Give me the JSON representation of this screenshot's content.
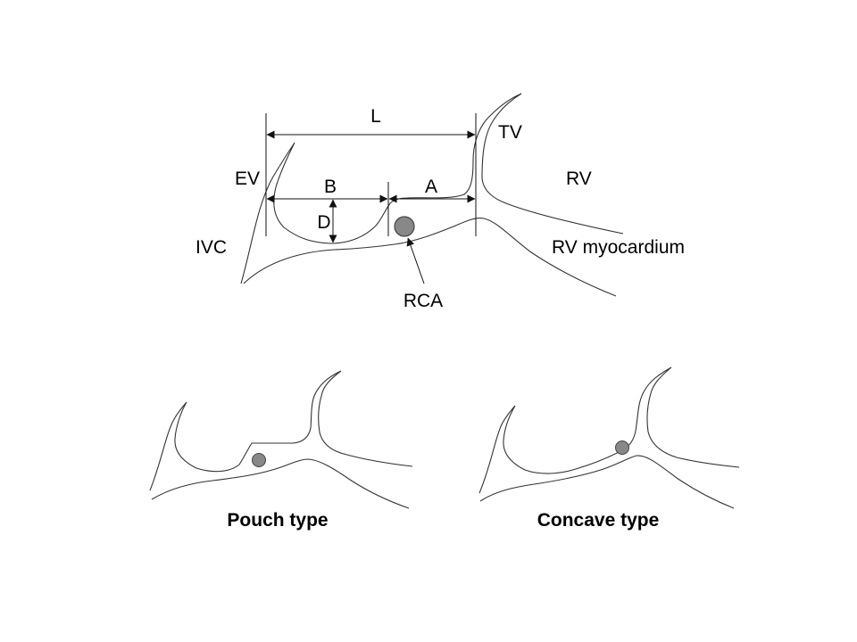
{
  "labels": {
    "L": "L",
    "TV": "TV",
    "EV": "EV",
    "B": "B",
    "A": "A",
    "RV": "RV",
    "D": "D",
    "IVC": "IVC",
    "RV_myocardium": "RV myocardium",
    "RCA": "RCA"
  },
  "captions": {
    "pouch": "Pouch type",
    "concave": "Concave type"
  },
  "colors": {
    "line": "#333333",
    "rca_fill": "#888888",
    "rca_stroke": "#444444",
    "text": "#000000"
  }
}
